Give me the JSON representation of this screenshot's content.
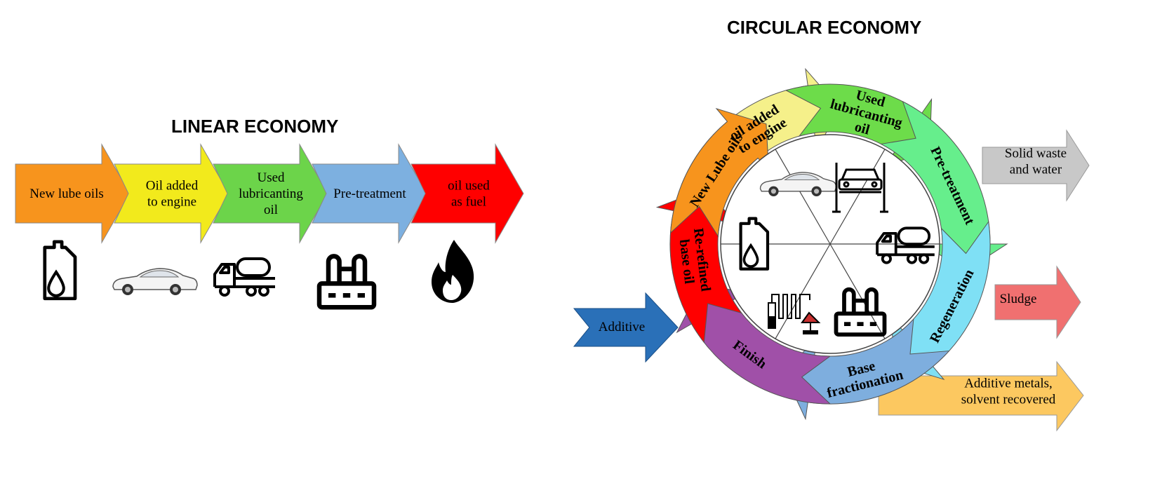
{
  "linear": {
    "title": "LINEAR ECONOMY",
    "steps": [
      {
        "lines": [
          "New lube oils"
        ],
        "color": "#f7941d",
        "icon": "oil-bottle-icon"
      },
      {
        "lines": [
          "Oil added",
          "to engine"
        ],
        "color": "#f2ea1c",
        "icon": "car-icon"
      },
      {
        "lines": [
          "Used",
          "lubricanting",
          "oil"
        ],
        "color": "#6cd44a",
        "icon": "tanker-truck-icon"
      },
      {
        "lines": [
          "Pre-treatment"
        ],
        "color": "#7db0e0",
        "icon": "refinery-icon"
      },
      {
        "lines": [
          "oil used",
          "as fuel"
        ],
        "color": "#ff0000",
        "icon": "fire-icon"
      }
    ]
  },
  "circular": {
    "title": "CIRCULAR ECONOMY",
    "ring": [
      {
        "lines": [
          "oil added",
          "to engine"
        ],
        "color": "#f5f08a"
      },
      {
        "lines": [
          "Used",
          "lubricanting",
          "oil"
        ],
        "color": "#6ddc4a"
      },
      {
        "lines": [
          "Pre-treatment"
        ],
        "color": "#66ee8c"
      },
      {
        "lines": [
          "Regeneration"
        ],
        "color": "#7fe0f5"
      },
      {
        "lines": [
          "Base",
          "fractionation"
        ],
        "color": "#7eaede"
      },
      {
        "lines": [
          "Finish"
        ],
        "color": "#a050a8"
      },
      {
        "lines": [
          "Re-refined",
          "base oil"
        ],
        "color": "#ff0000"
      },
      {
        "lines": [
          "New Lube oils"
        ],
        "color": "#f7941d"
      }
    ],
    "inputs": [
      {
        "label": "Additive",
        "color": "#2a70b8"
      }
    ],
    "outputs": [
      {
        "lines": [
          "Solid waste",
          "and water"
        ],
        "color": "#c8c8c8"
      },
      {
        "lines": [
          "Sludge"
        ],
        "color": "#f07070"
      },
      {
        "lines": [
          "Additive metals,",
          "solvent recovered"
        ],
        "color": "#fcc860"
      }
    ],
    "center_icons": [
      "car-icon",
      "car-lift-icon",
      "tanker-truck-icon",
      "refinery-icon",
      "distillation-icon",
      "oil-bottle-icon"
    ]
  }
}
